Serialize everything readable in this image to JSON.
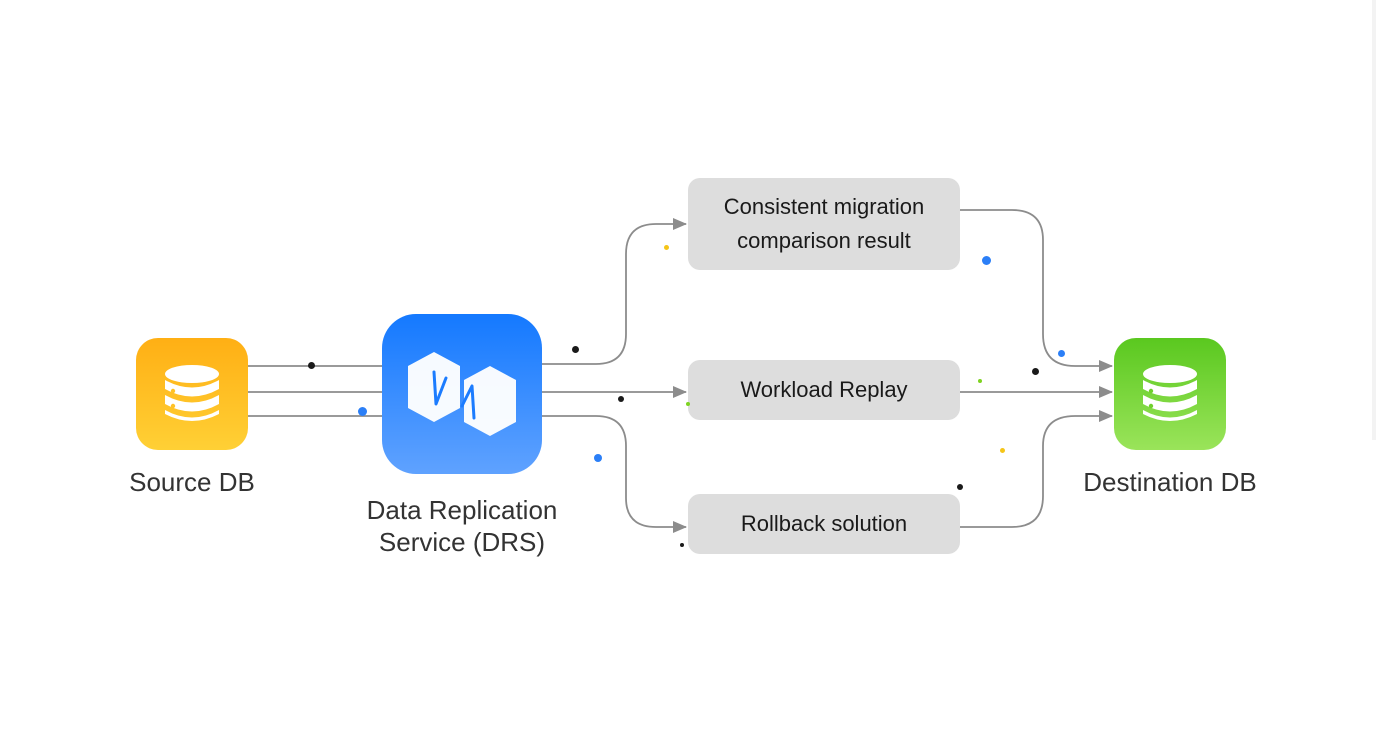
{
  "nodes": {
    "source": {
      "label": "Source DB",
      "color_top": "#ffaf14",
      "color_bottom": "#ffd035",
      "icon": "database-icon"
    },
    "drs": {
      "label_line1": "Data Replication",
      "label_line2": "Service (DRS)",
      "color_top": "#1479ff",
      "color_bottom": "#5fa2ff",
      "icon": "sync-hexagon-icon"
    },
    "destination": {
      "label": "Destination DB",
      "color_top": "#5ac81f",
      "color_bottom": "#9ae45a",
      "icon": "database-icon"
    }
  },
  "processes": {
    "consistent": {
      "line1": "Consistent migration",
      "line2": "comparison result"
    },
    "workload": {
      "label": "Workload Replay"
    },
    "rollback": {
      "label": "Rollback solution"
    }
  },
  "colors": {
    "connector": "#8c8c8c",
    "box_fill": "#dddddd",
    "dot_black": "#1a1a1a",
    "dot_blue": "#2b7ff7",
    "dot_yellow": "#f5c518",
    "dot_green": "#7ed321"
  }
}
